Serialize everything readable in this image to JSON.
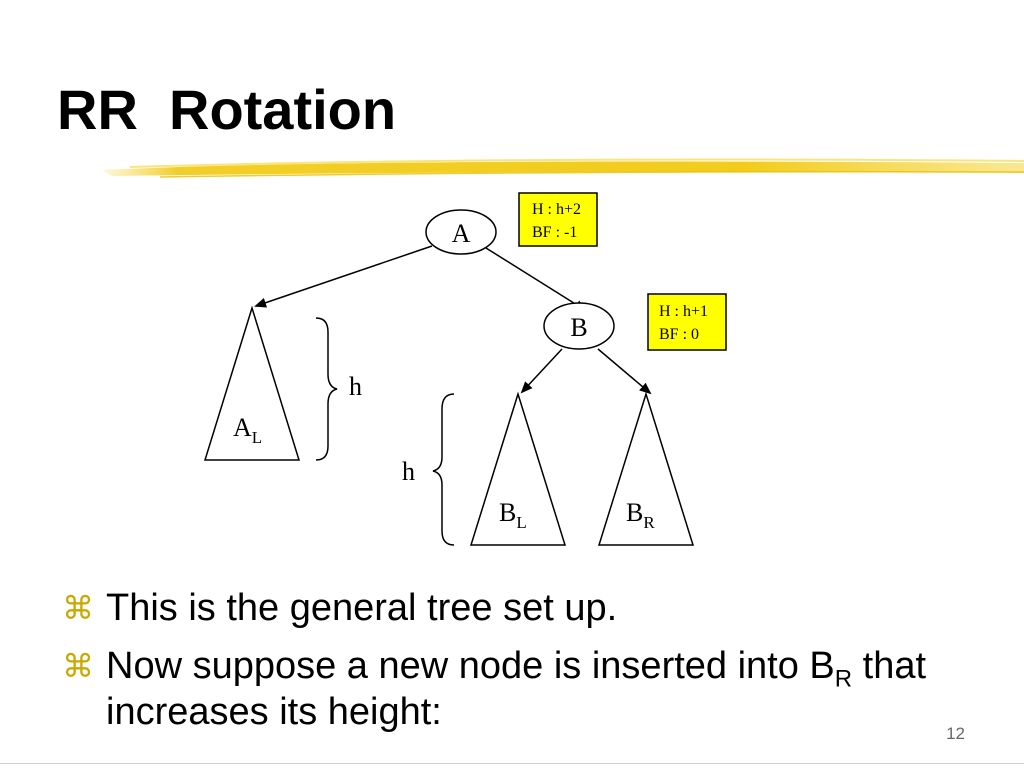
{
  "slide": {
    "title": "RR  Rotation",
    "page_number": "12"
  },
  "diagram": {
    "node_a": "A",
    "node_b": "B",
    "subtree_al": {
      "base": "A",
      "sub": "L"
    },
    "subtree_bl": {
      "base": "B",
      "sub": "L"
    },
    "subtree_br": {
      "base": "B",
      "sub": "R"
    },
    "height_label_left": "h",
    "height_label_right": "h",
    "info_a": {
      "height": "H : h+2",
      "bf": "BF : -1"
    },
    "info_b": {
      "height": "H : h+1",
      "bf": "BF : 0"
    }
  },
  "bullets": [
    {
      "text": "This is the general tree set up."
    },
    {
      "text_before": "Now suppose a new node is inserted into B",
      "sub": "R",
      "text_after": " that increases its height:"
    }
  ],
  "colors": {
    "highlight_box": "#ffff00",
    "underline_stroke": "#f2cc1d",
    "bullet_mark": "#c9a800"
  },
  "icons": {
    "bullet": "place-of-interest-sign"
  }
}
